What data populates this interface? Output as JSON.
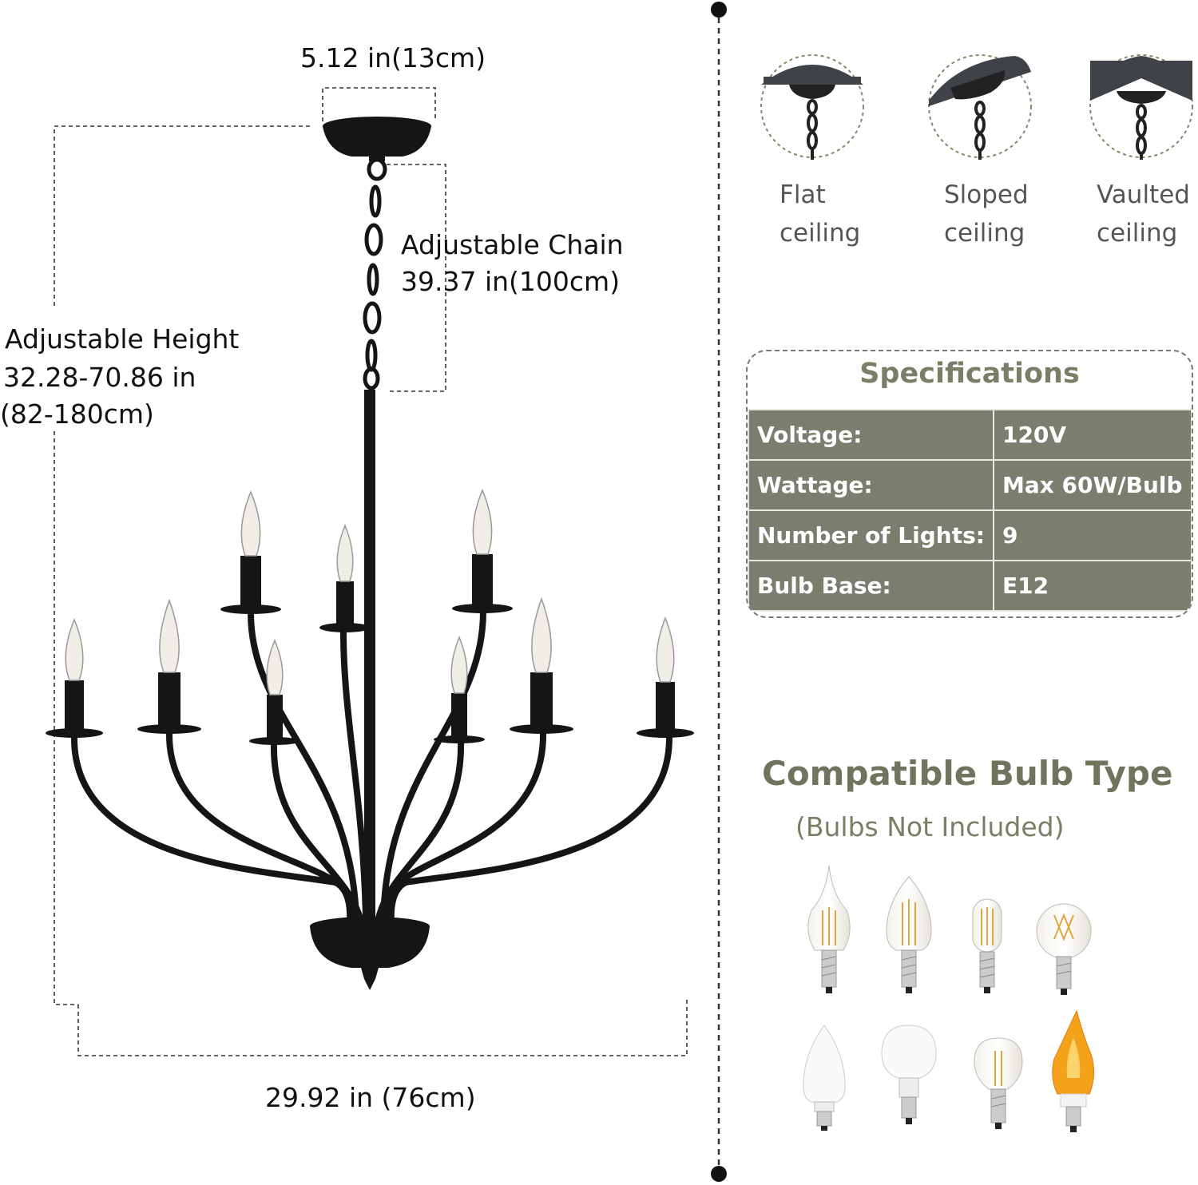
{
  "dimensions": {
    "canopy_width": "5.12 in(13cm)",
    "chain_label": "Adjustable Chain",
    "chain_value": "39.37 in(100cm)",
    "height_label": "Adjustable Height",
    "height_value_in": "32.28-70.86 in",
    "height_value_cm": "(82-180cm)",
    "width": "29.92 in (76cm)"
  },
  "ceilings": [
    {
      "label": "Flat\nceiling",
      "icon": "flat-ceiling-icon"
    },
    {
      "label": "Sloped\nceiling",
      "icon": "sloped-ceiling-icon"
    },
    {
      "label": "Vaulted\nceiling",
      "icon": "vaulted-ceiling-icon"
    }
  ],
  "specifications": {
    "title": "Specifications",
    "rows": [
      {
        "key": "Voltage:",
        "value": "120V"
      },
      {
        "key": "Wattage:",
        "value": "Max 60W/Bulb"
      },
      {
        "key": "Number of Lights:",
        "value": "9"
      },
      {
        "key": "Bulb Base:",
        "value": "E12"
      }
    ]
  },
  "bulbs": {
    "title": "Compatible Bulb Type",
    "subtitle": "(Bulbs Not Included)",
    "types": [
      "flame-tip-filament-bulb-icon",
      "candle-filament-bulb-icon",
      "tubular-filament-bulb-icon",
      "globe-filament-bulb-icon",
      "led-candle-bulb-icon",
      "led-globe-bulb-icon",
      "a-shape-filament-bulb-icon",
      "flicker-flame-bulb-icon"
    ]
  },
  "colors": {
    "spec_header": "#7b7e66",
    "spec_cell": "#7b7e6e",
    "fixture": "#141414"
  }
}
